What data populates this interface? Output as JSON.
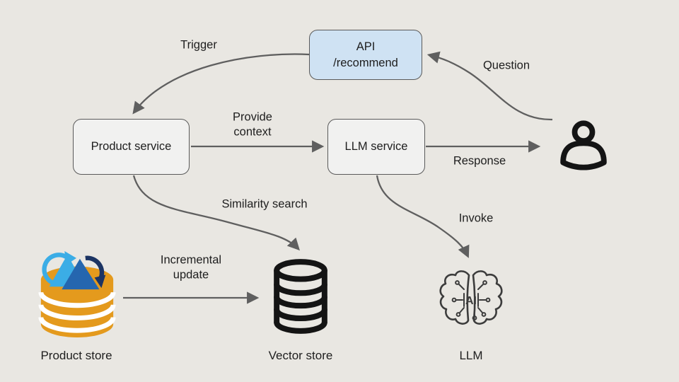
{
  "diagram": {
    "background_color": "#e9e7e2",
    "arrow_color": "#5f5f5f",
    "text_color": "#1e1e1e"
  },
  "nodes": {
    "api": {
      "label": "API\n/recommend",
      "fill": "#cfe2f3",
      "border": "#5a5a5a"
    },
    "product_service": {
      "label": "Product service",
      "fill": "#f1f1f0",
      "border": "#5a5a5a"
    },
    "llm_service": {
      "label": "LLM service",
      "fill": "#f1f1f0",
      "border": "#5a5a5a"
    },
    "user": {
      "icon": "person-icon",
      "color": "#141414"
    },
    "product_store": {
      "label": "Product store",
      "icon": "database-sync-icon"
    },
    "vector_store": {
      "label": "Vector store",
      "icon": "database-icon",
      "color": "#141414"
    },
    "llm": {
      "label": "LLM",
      "icon": "ai-brain-icon",
      "ai_text": "AI",
      "color": "#3c3c3c"
    }
  },
  "edges": {
    "trigger": {
      "label": "Trigger",
      "from": "api",
      "to": "product_service"
    },
    "question": {
      "label": "Question",
      "from": "user",
      "to": "api"
    },
    "provide_context": {
      "label": "Provide context",
      "from": "product_service",
      "to": "llm_service"
    },
    "response": {
      "label": "Response",
      "from": "llm_service",
      "to": "user"
    },
    "similarity_search": {
      "label": "Similarity search",
      "from": "product_service",
      "to": "vector_store"
    },
    "invoke": {
      "label": "Invoke",
      "from": "llm_service",
      "to": "llm"
    },
    "incremental_update": {
      "label": "Incremental update",
      "from": "product_store",
      "to": "vector_store"
    }
  },
  "icon_colors": {
    "store_orange": "#e49a1d",
    "sync_light_blue": "#3bade6",
    "sync_mid_blue": "#2566af",
    "sync_navy": "#1c3463",
    "icon_black": "#141414"
  }
}
